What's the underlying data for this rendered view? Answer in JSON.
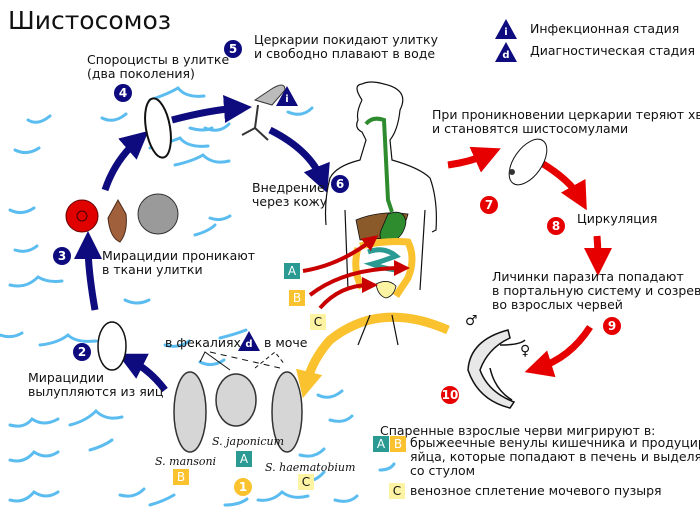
{
  "title": "Шистосомоз",
  "legend": {
    "infective": {
      "symbol": "i",
      "label": "Инфекционная стадия"
    },
    "diagnostic": {
      "symbol": "d",
      "label": "Диагностическая стадия"
    }
  },
  "colors": {
    "blue_stage": "#0d0b7d",
    "red_stage": "#e60000",
    "yellow_stage": "#f9c22e",
    "water": "#5bbcf0",
    "species_A": "#2a9a93",
    "species_B": "#f9c22e",
    "species_C": "#fcf4a3"
  },
  "stages": [
    {
      "num": "1",
      "color": "yellow"
    },
    {
      "num": "2",
      "color": "blue",
      "text": "Мирацидии\nвылупляются из яиц"
    },
    {
      "num": "3",
      "color": "blue",
      "text": "Мирацидии проникают\nв ткани улитки"
    },
    {
      "num": "4",
      "color": "blue",
      "text": "Спороцисты в улитке\n(два поколения)"
    },
    {
      "num": "5",
      "color": "blue",
      "text": "Церкарии покидают улитку\nи свободно плавают в воде"
    },
    {
      "num": "6",
      "color": "blue",
      "text": "Внедрение\nчерез кожу"
    },
    {
      "num": "7",
      "color": "red",
      "text": "При проникновении церкарии теряют хвост\nи становятся шистосомулами"
    },
    {
      "num": "8",
      "color": "red",
      "text": "Циркуляция"
    },
    {
      "num": "9",
      "color": "red",
      "text": "Личинки паразита попадают\nв портальную систему и созревают\nво взрослых червей"
    },
    {
      "num": "10",
      "color": "red",
      "text": "Спаренные взрослые черви мигрируют в:"
    }
  ],
  "eggs": {
    "in_feces": "в фекалиях",
    "in_urine": "в моче",
    "diagnostic_symbol": "d",
    "species": [
      {
        "name": "S. mansoni",
        "code": "B"
      },
      {
        "name": "S. japonicum",
        "code": "A"
      },
      {
        "name": "S. haematobium",
        "code": "C"
      }
    ]
  },
  "body_labels": [
    "A",
    "B",
    "C"
  ],
  "migration": [
    {
      "codes": [
        "A",
        "B"
      ],
      "text": "брыжеечные венулы кишечника и продуцируют\nяйца, которые попадают в печень и выделяются\nсо стулом"
    },
    {
      "codes": [
        "C"
      ],
      "text": "венозное сплетение мочевого пузыря"
    }
  ],
  "worm": {
    "male_symbol": "♂",
    "female_symbol": "♀"
  },
  "infective_marker": "i"
}
